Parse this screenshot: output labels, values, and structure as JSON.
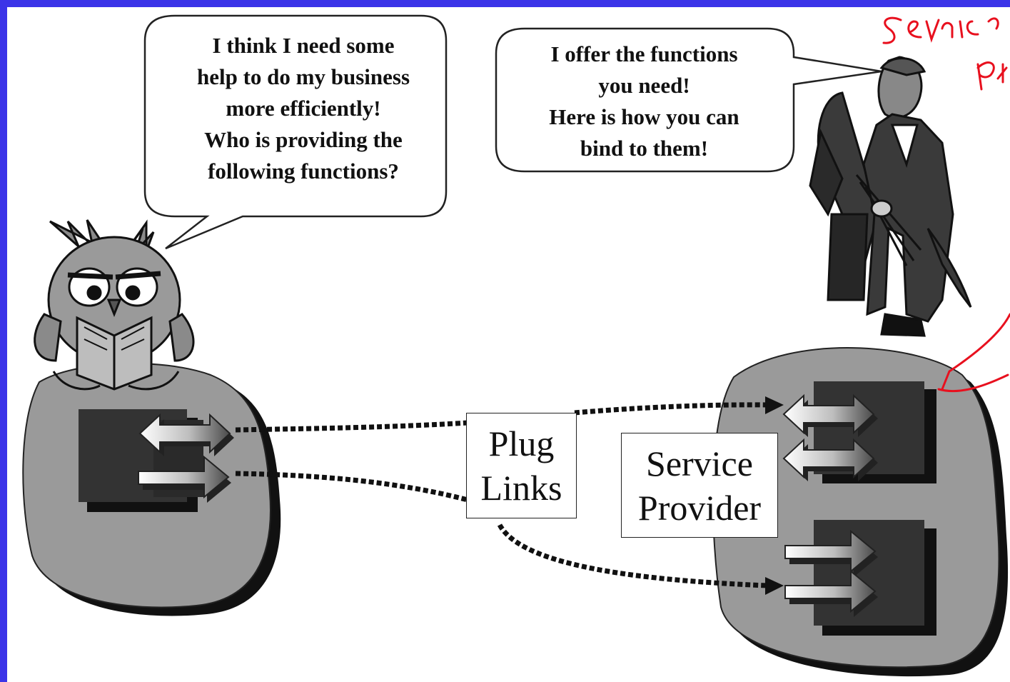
{
  "bubbles": {
    "requester": "I think I need some\nhelp to do my business\nmore efficiently!\nWho is providing the\nfollowing functions?",
    "provider": "I offer the functions\nyou need!\nHere is how you can\nbind to them!"
  },
  "labels": {
    "plug_links": "Plug\nLinks",
    "service_provider": "Service\nProvider"
  },
  "colors": {
    "frame": "#3b34e8",
    "blob": "#9a9a9a",
    "blob_shadow": "#111111",
    "module": "#333333",
    "annotation": "#e8101e"
  },
  "icons": [
    "owl-reading-book-icon",
    "butler-with-coats-icon",
    "bidirectional-arrow-icon",
    "outgoing-arrow-icon"
  ]
}
